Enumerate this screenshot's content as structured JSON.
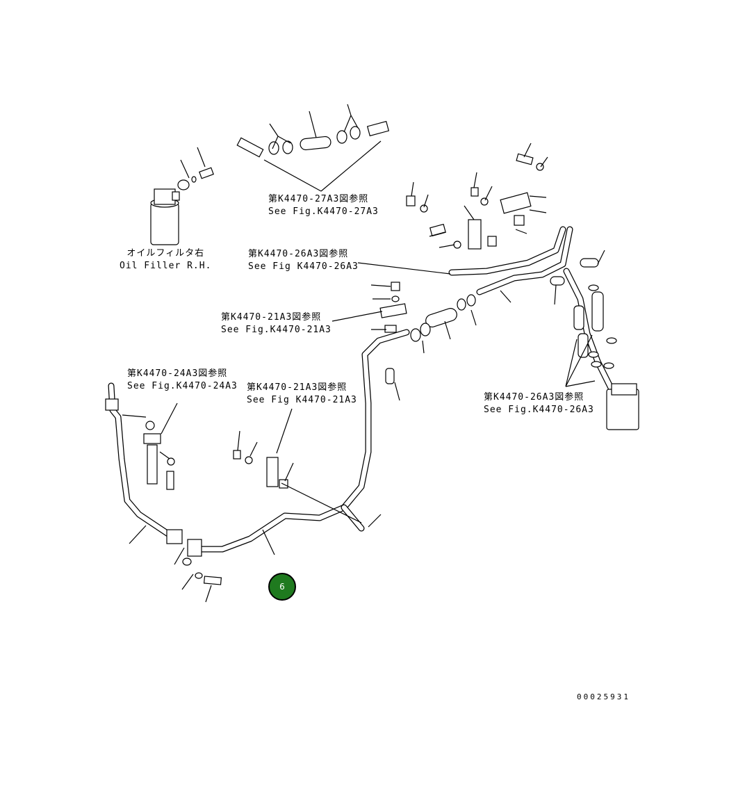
{
  "diagram": {
    "references": [
      {
        "id": "ref-27a3",
        "jp": "第K4470-27A3図参照",
        "en": "See Fig.K4470-27A3"
      },
      {
        "id": "ref-oil-filter",
        "jp": "オイルフィルタ右",
        "en": "Oil Filler R.H."
      },
      {
        "id": "ref-26a3-top",
        "jp": "第K4470-26A3図参照",
        "en": "See Fig K4470-26A3"
      },
      {
        "id": "ref-21a3-top",
        "jp": "第K4470-21A3図参照",
        "en": "See Fig.K4470-21A3"
      },
      {
        "id": "ref-24a3",
        "jp": "第K4470-24A3図参照",
        "en": "See Fig.K4470-24A3"
      },
      {
        "id": "ref-21a3-mid",
        "jp": "第K4470-21A3図参照",
        "en": "See Fig K4470-21A3"
      },
      {
        "id": "ref-26a3-right",
        "jp": "第K4470-26A3図参照",
        "en": "See Fig.K4470-26A3"
      }
    ],
    "document_number": "00025931",
    "callout": {
      "label": "6",
      "color": "#1f7a1f"
    }
  }
}
